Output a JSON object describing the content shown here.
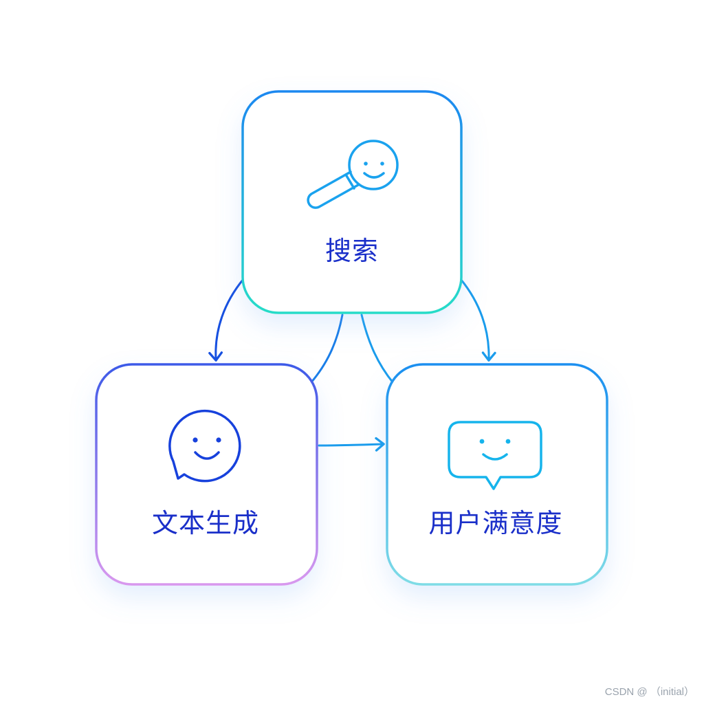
{
  "nodes": {
    "search": {
      "label": "搜索",
      "icon": "magnifier-smiley-icon"
    },
    "text_generation": {
      "label": "文本生成",
      "icon": "chat-bubble-smiley-icon"
    },
    "user_satisfaction": {
      "label": "用户满意度",
      "icon": "speech-box-smiley-icon"
    }
  },
  "edges": [
    {
      "from": "search",
      "to": "text_generation"
    },
    {
      "from": "search",
      "to": "user_satisfaction"
    },
    {
      "from": "text_generation",
      "to": "user_satisfaction"
    }
  ],
  "colors": {
    "label_text": "#1a2fc9",
    "search_border_top": "#1e88f0",
    "search_border_bottom": "#27dcc8",
    "textgen_border_top": "#3d5ae8",
    "textgen_border_bottom": "#d898ee",
    "usersat_border_top": "#1a8ff0",
    "usersat_border_bottom": "#7fdce6",
    "icon_search": "#1aa2ee",
    "icon_textgen": "#1741dc",
    "icon_usersat": "#16b4ec",
    "edge_left": "#1750e0",
    "edge_right": "#1a9cec"
  },
  "watermark": "CSDN @ （initial）"
}
